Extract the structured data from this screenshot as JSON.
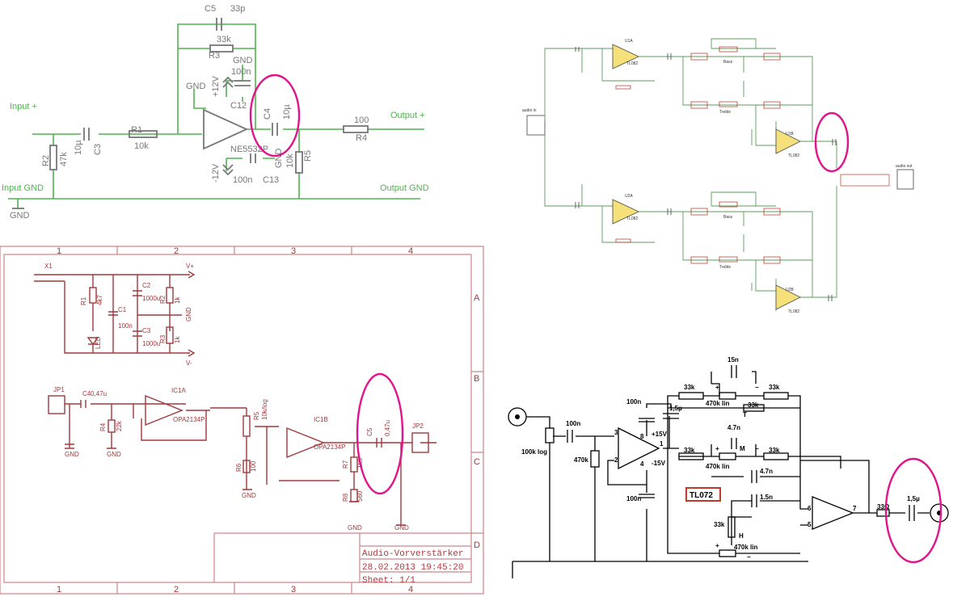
{
  "panel1": {
    "labels": {
      "input_plus": "Input +",
      "input_gnd": "Input GND",
      "gnd": "GND",
      "output_plus": "Output +",
      "output_gnd": "Output GND",
      "c5": "C5",
      "c5_val": "33p",
      "r3_val": "33k",
      "r3": "R3",
      "gnd_top": "GND",
      "c12_val": "100n",
      "c12": "C12",
      "gnd_left": "GND",
      "plus12v": "+12V",
      "minus12v": "-12V",
      "c4": "C4",
      "c4_val": "10µ",
      "r1": "R1",
      "r1_val": "10k",
      "c3_val": "10µ",
      "c3": "C3",
      "r2": "R2",
      "r2_val": "47k",
      "ic": "NE5532P",
      "c13_val": "100n",
      "c13": "C13",
      "gnd_right": "GND",
      "r5_val": "10k",
      "r5": "R5",
      "r4_val": "100",
      "r4": "R4"
    }
  },
  "panel2": {
    "frame_cols": [
      "1",
      "2",
      "3",
      "4"
    ],
    "frame_rows": [
      "A",
      "B",
      "C",
      "D"
    ],
    "title": "Audio-Vorverstärker",
    "date": "28.02.2013 19:45:20",
    "sheet": "Sheet: 1/1",
    "labels": {
      "x1": "X1",
      "vplus": "V+",
      "vminus": "V-",
      "r1": "R1",
      "r1_val": "4k7",
      "c1": "C1",
      "c1_val": "100n",
      "c2": "C2",
      "c2_val": "1000u",
      "c3": "C3",
      "c3_val": "1000u",
      "r2": "R2",
      "r2_val": "1k",
      "r3": "R3",
      "r3_val": "1k",
      "led": "LED",
      "gnd": "GND",
      "jp1": "JP1",
      "c4": "C4",
      "c4_val": "0,47u",
      "r4": "R4",
      "r4_val": "22k",
      "ic1a": "IC1A",
      "ic1a_type": "OPA2134P",
      "r5": "R5",
      "r5_val": "10k/log",
      "r6": "R6",
      "r6_val": "100",
      "ic1b": "IC1B",
      "ic1b_type": "OPA2134P",
      "r7": "R7",
      "r7_val": "1k5",
      "r8": "R8",
      "r8_val": "560",
      "c5": "C5",
      "c5_val": "0,47u",
      "jp2": "JP2"
    }
  },
  "panel3": {
    "labels": {
      "audio_in": "audio in",
      "audio_out": "audio out",
      "u1a": "U1A",
      "u1b": "U1B",
      "u2a": "U2A",
      "u2b": "U2B",
      "opamp": "TL082",
      "bass": "Bass",
      "treble": "Treble"
    }
  },
  "panel4": {
    "labels": {
      "c_15n": "15n",
      "r_33k_a": "33k",
      "r_33k_b": "33k",
      "pot_t": "470k lin",
      "t": "T",
      "c_100n_a": "100n",
      "c_100n_b": "100n",
      "c_100n_c": "100n",
      "c_15u": "1,5µ",
      "r_33k_c": "33k",
      "pot_in": "100k log",
      "r_470k": "470k",
      "pin3": "3",
      "pin2": "2",
      "pin8": "8",
      "pin4": "4",
      "pin1": "1",
      "v_plus": "+15V",
      "v_minus": "-15V",
      "c_47n_a": "4.7n",
      "m": "M",
      "r_33k_d": "33k",
      "r_33k_e": "33k",
      "pot_m": "470k lin",
      "c_47n_b": "4.7n",
      "chip": "TL072",
      "c_15n_b": "1.5n",
      "r_33k_f": "33k",
      "h": "H",
      "pot_h": "470k lin",
      "pin6": "6",
      "pin5": "5",
      "pin7": "7",
      "r_33": "33Ω",
      "c_15u_out": "1,5µ",
      "plus": "+",
      "minus": "−"
    }
  }
}
